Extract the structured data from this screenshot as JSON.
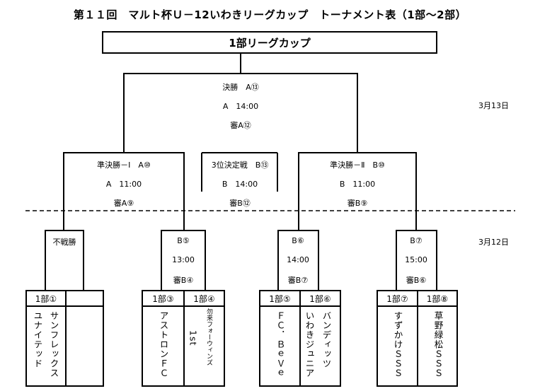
{
  "title": "第１１回　マルト杯Ｕ－12いわきリーグカップ　トーナメント表（1部～2部）",
  "banner": "1部リーグカップ",
  "dates": {
    "day2": "3月13日",
    "day1": "3月12日"
  },
  "final": {
    "label": "決勝　A⑬",
    "time": "A　14:00",
    "referee": "審A⑫"
  },
  "semi1": {
    "label": "準決勝－Ⅰ　A⑩",
    "time": "A　11:00",
    "referee": "審A⑨"
  },
  "third": {
    "label": "3位決定戦　B⑬",
    "time": "B　14:00",
    "referee": "審B⑫"
  },
  "semi2": {
    "label": "準決勝－Ⅱ　B⑩",
    "time": "B　11:00",
    "referee": "審B⑨"
  },
  "r1": [
    {
      "label": "不戦勝"
    },
    {
      "label": "B⑤",
      "time": "13:00",
      "referee": "審B④"
    },
    {
      "label": "B⑥",
      "time": "14:00",
      "referee": "審B⑦"
    },
    {
      "label": "B⑦",
      "time": "15:00",
      "referee": "審B⑥"
    }
  ],
  "teams": [
    {
      "left_id": "1部①",
      "right_id": "",
      "left_line1": "ユナイテッド",
      "left_line2": "サンフレックス",
      "right_line1": "",
      "right_line2": ""
    },
    {
      "left_id": "1部③",
      "right_id": "1部④",
      "left_line1": "アストロンＦＣ",
      "left_line2": "",
      "right_line1": "1st",
      "right_line2": "勿来フォーウィンズ"
    },
    {
      "left_id": "1部⑤",
      "right_id": "1部⑥",
      "left_line1": "ＦＣ．ＢｅＶｅ",
      "left_line2": "",
      "right_line1": "いわきジュニア",
      "right_line2": "バンディッツ"
    },
    {
      "left_id": "1部⑦",
      "right_id": "1部⑧",
      "left_line1": "すずかけＳＳＳ",
      "left_line2": "",
      "right_line1": "草野緑松ＳＳＳ",
      "right_line2": ""
    }
  ]
}
